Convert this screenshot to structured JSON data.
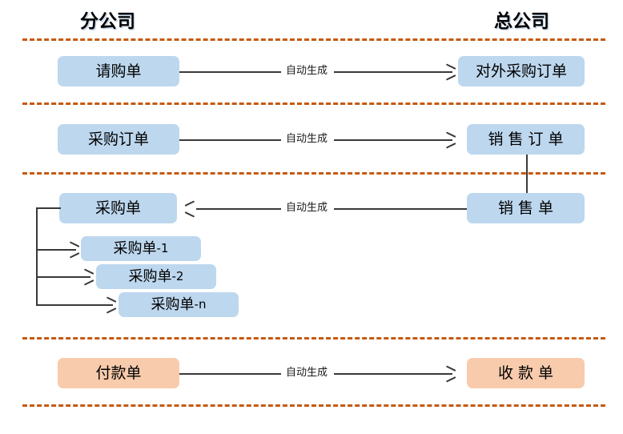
{
  "diagram": {
    "title_left": "分公司",
    "title_right": "总公司",
    "edge_label": "自动生成",
    "colors": {
      "box_blue": "#BDD7EE",
      "box_peach": "#F8CBAD",
      "separator": "#C55A11",
      "connector": "#3B3838",
      "text": "#000000"
    },
    "rows": [
      {
        "left_node": "请购单",
        "right_node": "对外采购订单",
        "link_label": "自动生成",
        "direction": "right"
      },
      {
        "left_node": "采购订单",
        "right_node": "销 售 订 单",
        "link_label": "自动生成",
        "direction": "right"
      },
      {
        "left_node": "采购单",
        "right_node": "销 售 单",
        "link_label": "自动生成",
        "direction": "left"
      },
      {
        "left_node": "付款单",
        "right_node": "收 款 单",
        "link_label": "自动生成",
        "direction": "right"
      }
    ],
    "sub_nodes": [
      {
        "base": "采购单",
        "suffix": "-1"
      },
      {
        "base": "采购单",
        "suffix": "-2"
      },
      {
        "base": "采购单",
        "suffix": "-n"
      }
    ]
  }
}
